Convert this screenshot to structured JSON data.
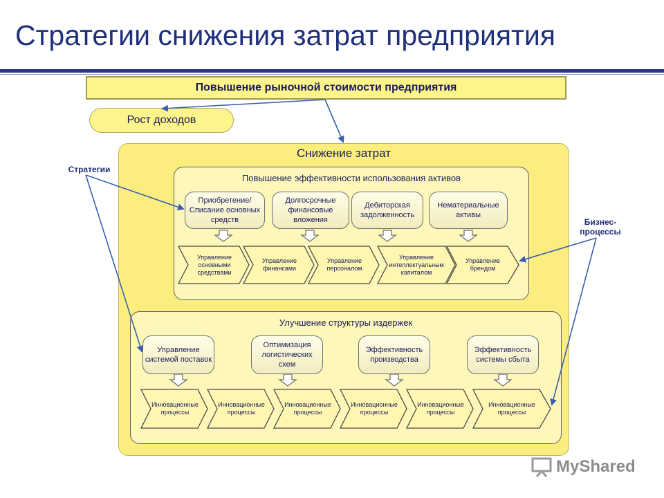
{
  "title": "Стратегии снижения затрат предприятия",
  "top_goal": "Повышение рыночной стоимости предприятия",
  "revenue_growth": "Рост доходов",
  "cost_reduction": "Снижение затрат",
  "strategies_label": "Стратегии",
  "business_processes_label": "Бизнес-процессы",
  "asset_efficiency": {
    "label": "Повышение эффективности использования активов",
    "strategies": [
      "Приобретение/ Списание основных средств",
      "Долгосрочные финансовые вложения",
      "Дебиторская задолженность",
      "Нематериальные активы"
    ],
    "processes": [
      "Управление основными средствами",
      "Управление финансами",
      "Управление персоналом",
      "Управление интеллектуальным капиталом",
      "Управление брендом"
    ]
  },
  "cost_structure": {
    "label": "Улучшение структуры издержек",
    "strategies": [
      "Управление системой поставок",
      "Оптимизация логистических схем",
      "Эффективность производства",
      "Эффективность системы сбыта"
    ],
    "processes": [
      "Инновационные процессы",
      "Инновационные процессы",
      "Инновационные процессы",
      "Инновационные процессы",
      "Инновационные процессы",
      "Инновационные процессы"
    ]
  },
  "watermark": "MyShared",
  "colors": {
    "title": "#1f2f7a",
    "yellow_fill": "#fcee7e",
    "panel_fill": "#fdf7b9",
    "arrow": "#3a5fb0",
    "chevron_fill": "#fff7b0"
  }
}
